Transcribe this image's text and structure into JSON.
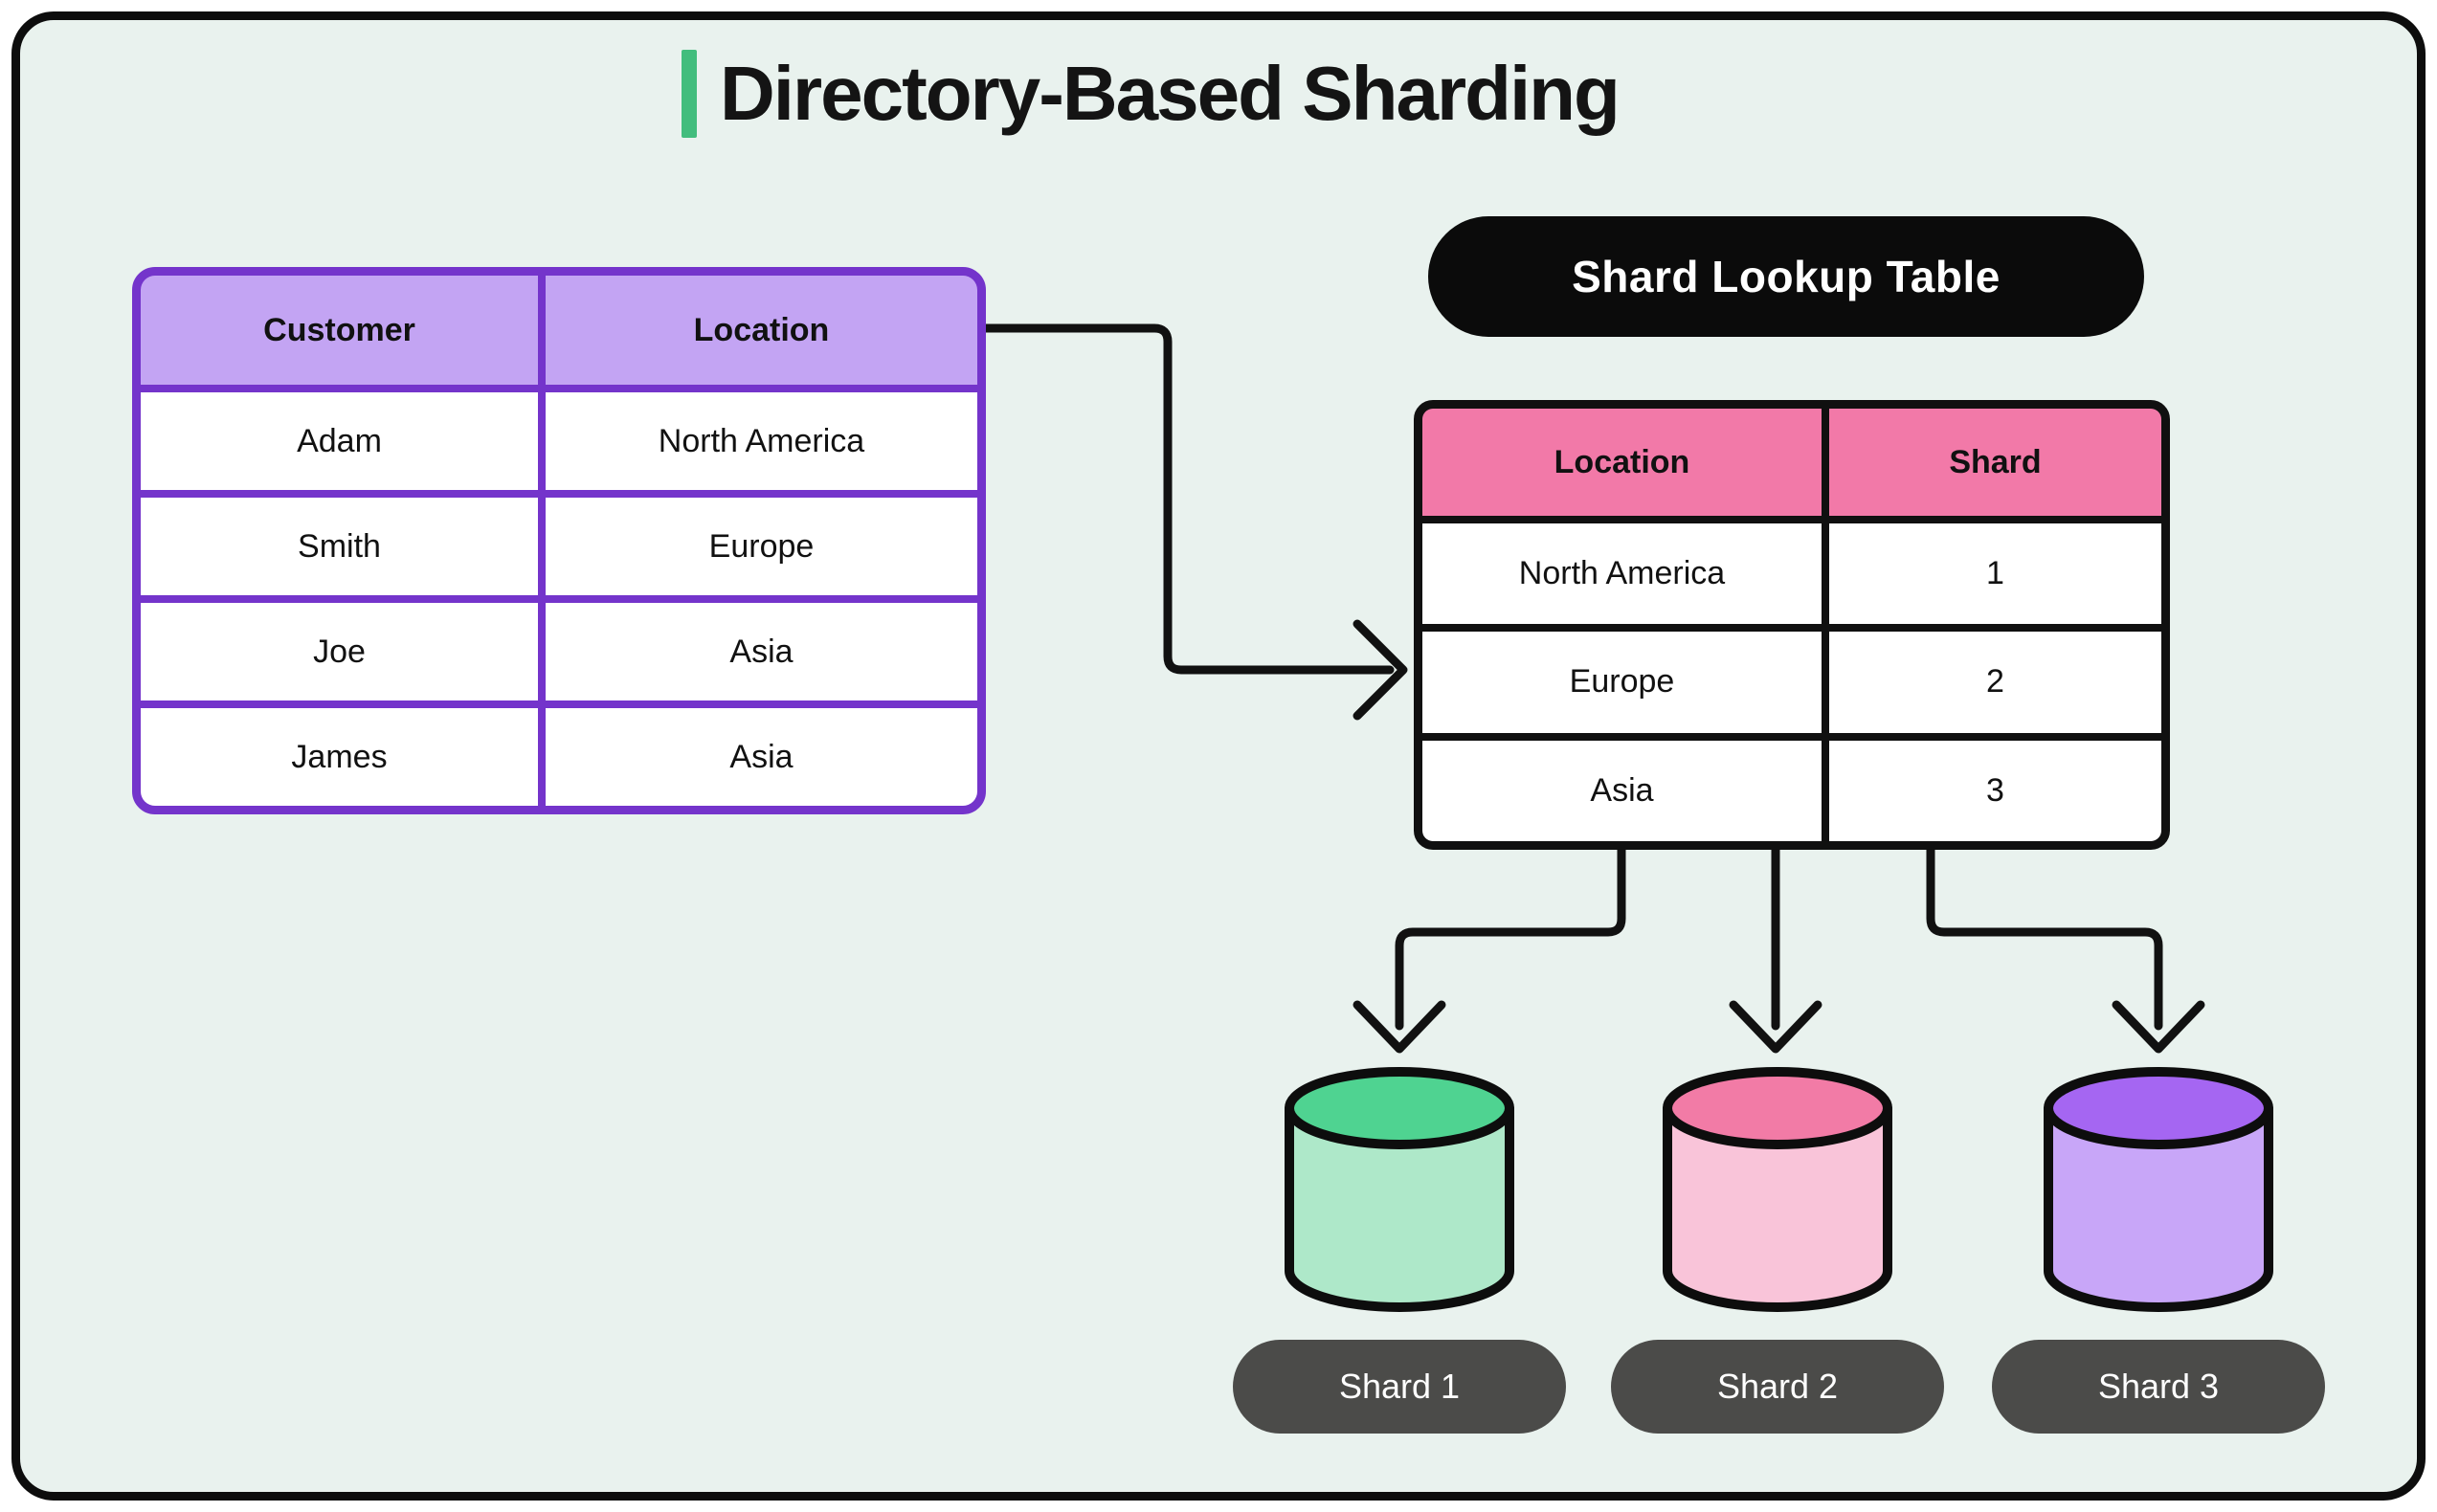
{
  "title": {
    "text": "Directory-Based Sharding",
    "accent_color": "#42bd7d"
  },
  "colors": {
    "canvas_background": "#e9f2ee",
    "frame_border": "#0d0d0d",
    "customer_table_border": "#7434cb",
    "customer_header_bg": "#c3a4f3",
    "lookup_table_border": "#101010",
    "lookup_header_bg": "#f279a8",
    "lookup_pill_bg": "#0b0b0b",
    "shard_pill_bg": "#4b4b49",
    "arrow_color": "#111111"
  },
  "customer_table": {
    "headers": [
      "Customer",
      "Location"
    ],
    "rows": [
      [
        "Adam",
        "North America"
      ],
      [
        "Smith",
        "Europe"
      ],
      [
        "Joe",
        "Asia"
      ],
      [
        "James",
        "Asia"
      ]
    ]
  },
  "lookup": {
    "pill_label": "Shard Lookup Table",
    "headers": [
      "Location",
      "Shard"
    ],
    "rows": [
      [
        "North America",
        "1"
      ],
      [
        "Europe",
        "2"
      ],
      [
        "Asia",
        "3"
      ]
    ]
  },
  "shards": [
    {
      "label": "Shard 1",
      "top_color": "#4fd391",
      "body_color": "#aee8c9"
    },
    {
      "label": "Shard 2",
      "top_color": "#f27ba6",
      "body_color": "#f9c4d9"
    },
    {
      "label": "Shard 3",
      "top_color": "#a566f2",
      "body_color": "#c8a6f8"
    }
  ]
}
